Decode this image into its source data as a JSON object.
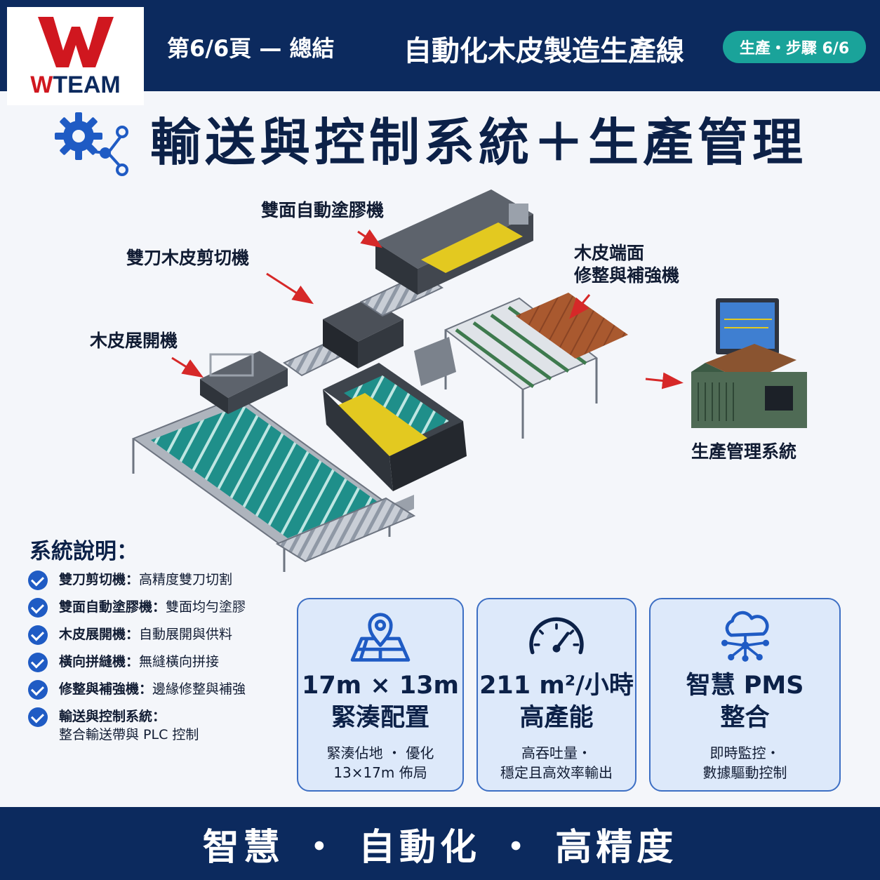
{
  "brand": {
    "logo_text_prefix": "W",
    "logo_text_suffix": "TEAM"
  },
  "header": {
    "page_indicator": "第6/6頁 — 總結",
    "title": "自動化木皮製造生產線",
    "step_badge": "生產・步驟 6/6"
  },
  "main_title": "輸送與控制系統＋生產管理",
  "diagram": {
    "callouts": {
      "glue_machine": "雙面自動塗膠機",
      "cutting_machine": "雙刀木皮剪切機",
      "end_trimming": [
        "木皮端面",
        "修整與補強機"
      ],
      "unfolding": "木皮展開機",
      "pms": "生產管理系統"
    }
  },
  "system_description": {
    "heading": "系統說明：",
    "items": [
      {
        "name": "雙刀剪切機：",
        "detail": "高精度雙刀切割"
      },
      {
        "name": "雙面自動塗膠機：",
        "detail": "雙面均勻塗膠"
      },
      {
        "name": "木皮展開機：",
        "detail": "自動展開與供料"
      },
      {
        "name": "橫向拼縫機：",
        "detail": "無縫橫向拼接"
      },
      {
        "name": "修整與補強機：",
        "detail": "邊緣修整與補強"
      },
      {
        "name": "輸送與控制系統：",
        "detail": "整合輸送帶與 PLC 控制"
      }
    ]
  },
  "cards": [
    {
      "icon": "map-location-icon",
      "title": [
        "17m × 13m",
        "緊湊配置"
      ],
      "desc": [
        "緊湊佔地 ・ 優化",
        "13×17m 佈局"
      ]
    },
    {
      "icon": "speedometer-icon",
      "title": [
        "211 m²/小時",
        "高產能"
      ],
      "desc": [
        "高吞吐量・",
        "穩定且高效率輸出"
      ]
    },
    {
      "icon": "cloud-network-icon",
      "title": [
        "智慧 PMS",
        "整合"
      ],
      "desc": [
        "即時監控・",
        "數據驅動控制"
      ]
    }
  ],
  "footer": "智慧 ・ 自動化 ・ 高精度",
  "colors": {
    "navy": "#0c2a5e",
    "teal_badge": "#1aa39a",
    "brand_red": "#d0171f",
    "check_blue": "#1f5bc4",
    "card_bg": "#dde9fa"
  }
}
